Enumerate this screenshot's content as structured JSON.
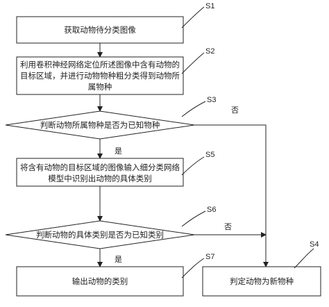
{
  "steps": {
    "s1": {
      "label": "S1",
      "text": "获取动物待分类图像"
    },
    "s2": {
      "label": "S2",
      "line1": "利用卷积神经网络定位所述图像中含有动物的",
      "line2": "目标区域，并进行动物物种粗分类得到动物所",
      "line3": "属物种"
    },
    "s3": {
      "label": "S3",
      "text": "判断动物所属物种是否为已知物种"
    },
    "s5": {
      "label": "S5",
      "line1": "将含有动物的目标区域的图像输入细分类网络",
      "line2": "模型中识别出动物的具体类别"
    },
    "s6": {
      "label": "S6",
      "text": "判断动物的具体类别是否为已知类别"
    },
    "s7": {
      "label": "S7",
      "text": "输出动物的类别"
    },
    "s4": {
      "label": "S4",
      "text": "判定动物为新物种"
    }
  },
  "branches": {
    "s3_yes": "是",
    "s3_no": "否",
    "s6_yes": "是",
    "s6_no": "否"
  }
}
